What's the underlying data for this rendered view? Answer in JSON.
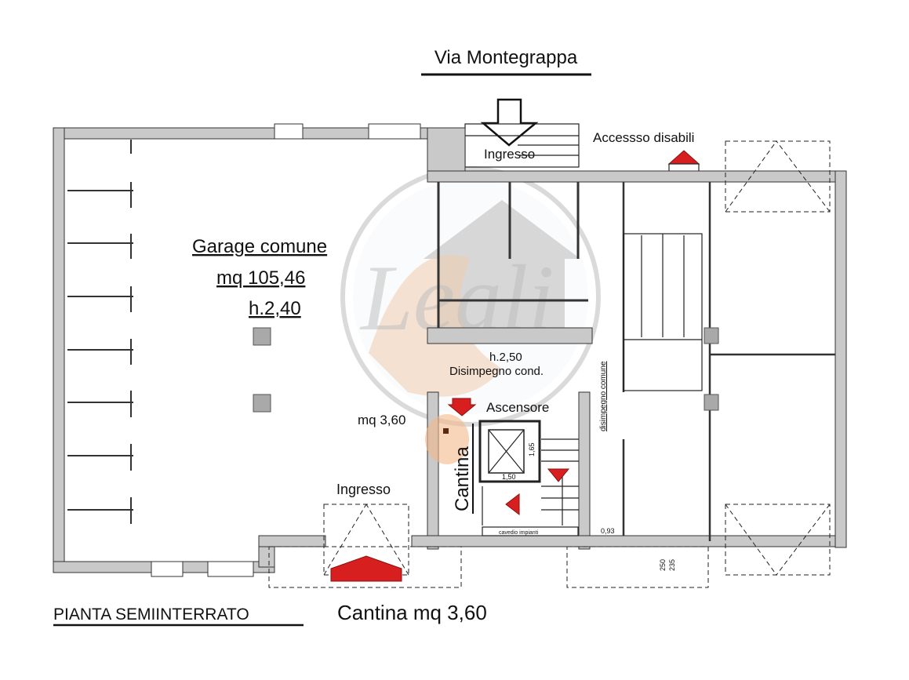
{
  "street": "Via Montegrappa",
  "labels": {
    "entrance_top": "Ingresso",
    "disabled_access": "Accessso disabili",
    "garage_name": "Garage comune",
    "garage_area": "mq 105,46",
    "garage_height": "h.2,40",
    "hall_height": "h.2,50",
    "hall_name": "Disimpegno  cond.",
    "elevator": "Ascensore",
    "cellar_area_small": "mq 3,60",
    "cellar": "Cantina",
    "entrance_bottom": "Ingresso",
    "common_corridor": "disimpegno comune",
    "shaft": "cavedio impianti",
    "dim_165": "1,65",
    "dim_150": "1,50",
    "dim_093": "0,93",
    "dim_250": "250",
    "dim_235": "235",
    "floor_title": "PIANTA SEMIINTERRATO",
    "cellar_summary": "Cantina mq 3,60",
    "watermark": "Leali"
  },
  "colors": {
    "wall": "#c9c9c9",
    "arrow_red": "#d81f1f",
    "cellar_highlight": "#f3b98a",
    "watermark": "#8a8a8a"
  }
}
